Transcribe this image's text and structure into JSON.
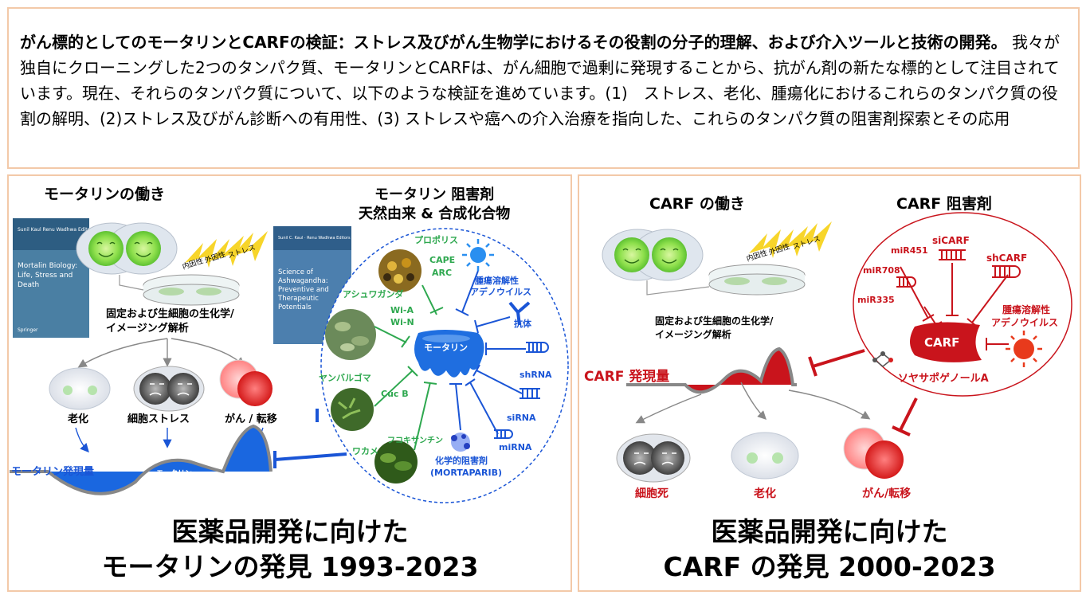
{
  "intro": {
    "title": "がん標的としてのモータリンとCARFの検証：ストレス及びがん生物学におけるその役割の分子的理解、および介入ツールと技術の開発。",
    "body": "我々が独自にクローニングした2つのタンパク質、モータリンとCARFは、がん細胞で過剰に発現することから、抗がん剤の新たな標的として注目されています。現在、それらのタンパク質について、以下のような検証を進めています。(1)　ストレス、老化、腫瘍化におけるこれらのタンパク質の役割の解明、(2)ストレス及びがん診断への有用性、(3) ストレスや癌への介入治療を指向した、これらのタンパク質の阻害剤探索とその応用"
  },
  "left": {
    "function_title": "モータリンの働き",
    "book1": {
      "authors": "Sunil Kaul\nRenu Wadhwa  Editors",
      "title_l1": "Mortalin Biology:",
      "title_l2": "Life, Stress and",
      "title_l3": "Death",
      "publisher": "Springer"
    },
    "book2": {
      "authors": "Sunil C. Kaul · Renu Wadhwa  Editors",
      "title_l1": "Science of",
      "title_l2": "Ashwagandha:",
      "title_l3": "Preventive and",
      "title_l4": "Therapeutic",
      "title_l5": "Potentials"
    },
    "stress_labels": [
      "内因性",
      "外因性",
      "ストレス"
    ],
    "analysis_l1": "固定および生細胞の生化学/",
    "analysis_l2": "イメージング解析",
    "outcomes": [
      "老化",
      "細胞ストレス",
      "がん / 転移"
    ],
    "expression_label": "モータリン発現量",
    "curve_label": "モータリン",
    "inhibitor_title_l1": "モータリン 阻害剤",
    "inhibitor_title_l2": "天然由来 & 合成化合物",
    "center_label": "モータリン",
    "natural": [
      "プロポリス",
      "CAPE",
      "ARC",
      "アシュワガンダ",
      "Wi-A",
      "Wi-N",
      "ヤンバルゴマ",
      "Cuc B",
      "フコキサンチン",
      "ワカメ"
    ],
    "synthetic": [
      "腫瘍溶解性",
      "アデノウイルス",
      "抗体",
      "shRNA",
      "siRNA",
      "miRNA",
      "化学的阻害剤",
      "(MORTAPARIB)"
    ],
    "footer_l1": "医薬品開発に向けた",
    "footer_l2": "モータリンの発見  1993-2023"
  },
  "right": {
    "function_title": "CARF の働き",
    "inhibitor_title": "CARF 阻害剤",
    "stress_labels": [
      "内因性",
      "外因性",
      "ストレス"
    ],
    "analysis_l1": "固定および生細胞の生化学/",
    "analysis_l2": "イメージング解析",
    "expression_label": "CARF 発現量",
    "center_label": "CARF",
    "inhibitors": [
      "miR451",
      "siCARF",
      "shCARF",
      "miR708",
      "miR335",
      "腫瘍溶解性",
      "アデノウイルス",
      "ソヤサポゲノールA"
    ],
    "outcomes": [
      "細胞死",
      "老化",
      "がん/転移"
    ],
    "footer_l1": "医薬品開発に向けた",
    "footer_l2": "CARF の発見  2000-2023"
  },
  "colors": {
    "blue": "#1a55d6",
    "green": "#2ea84f",
    "red": "#c9141c",
    "border": "#f3c9a8"
  }
}
